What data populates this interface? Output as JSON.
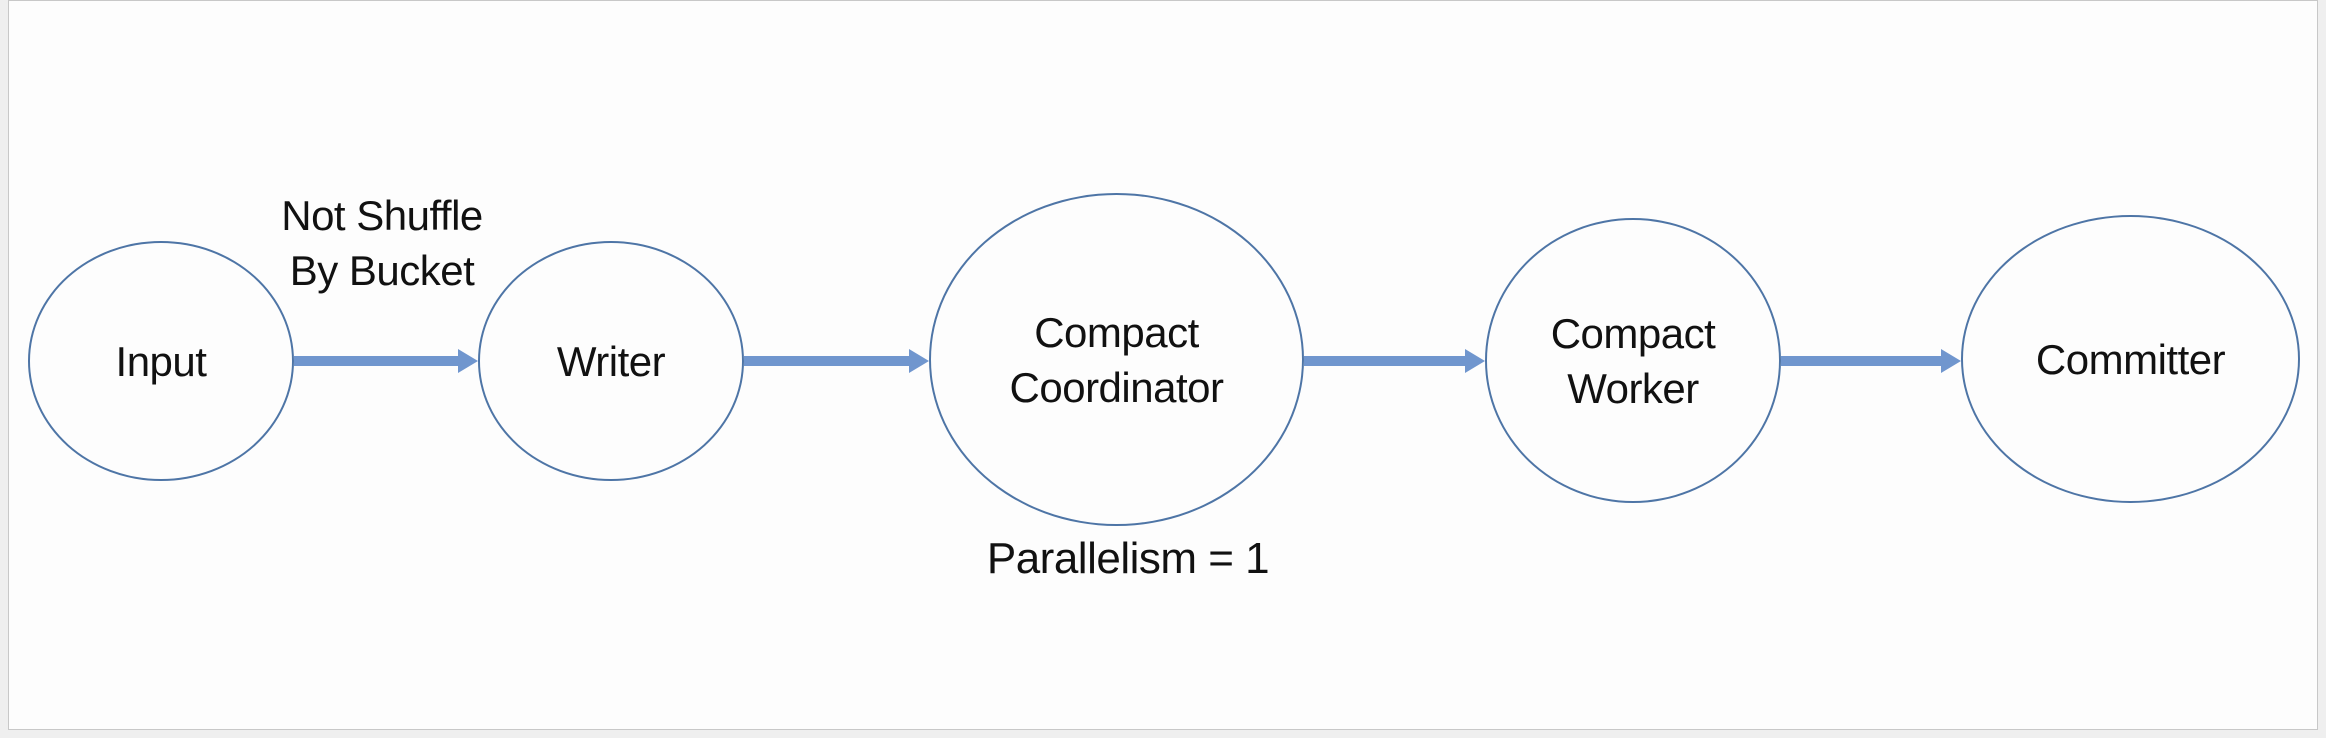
{
  "diagram": {
    "type": "flowchart",
    "nodes": [
      {
        "id": "input",
        "label": "Input"
      },
      {
        "id": "writer",
        "label": "Writer"
      },
      {
        "id": "compact-coordinator",
        "label": "Compact\nCoordinator",
        "note": "Parallelism = 1"
      },
      {
        "id": "compact-worker",
        "label": "Compact\nWorker"
      },
      {
        "id": "committer",
        "label": "Committer"
      }
    ],
    "edges": [
      {
        "from": "input",
        "to": "writer",
        "label": "Not Shuffle\nBy Bucket"
      },
      {
        "from": "writer",
        "to": "compact-coordinator",
        "label": ""
      },
      {
        "from": "compact-coordinator",
        "to": "compact-worker",
        "label": ""
      },
      {
        "from": "compact-worker",
        "to": "committer",
        "label": ""
      }
    ],
    "colors": {
      "node_outline": "#4e75a6",
      "arrow": "#7096ce",
      "text": "#111111",
      "page_background": "#fdfdfd"
    }
  }
}
